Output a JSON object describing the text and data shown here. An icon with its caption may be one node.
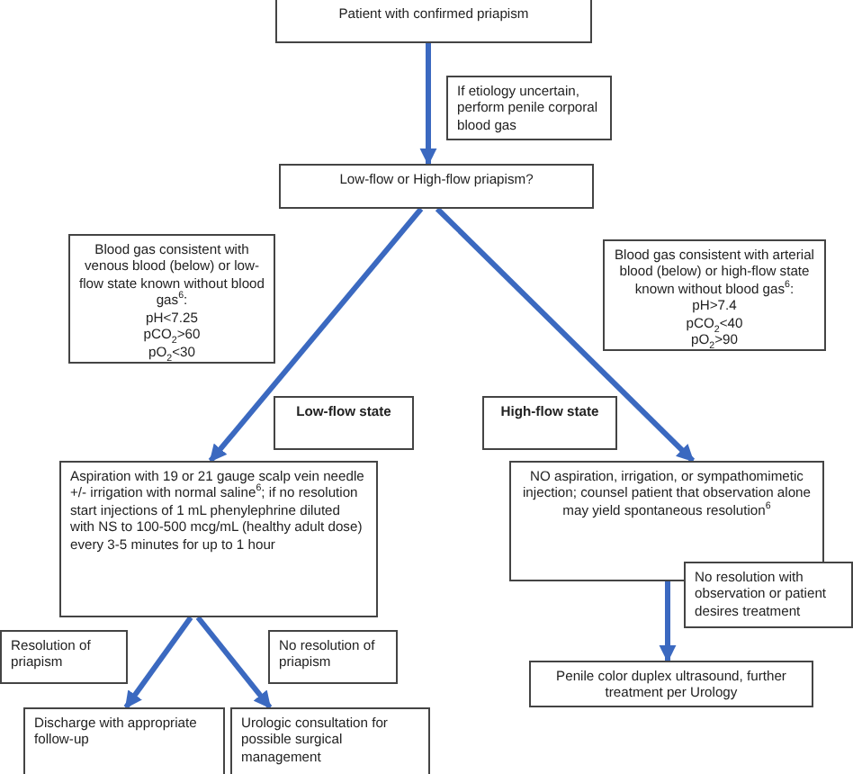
{
  "diagram": {
    "nodes": [
      {
        "text": [
          "Patient with confirmed priapism"
        ]
      },
      {
        "text": [
          "If etiology uncertain, perform penile corporal blood gas"
        ]
      },
      {
        "text": [
          "Low-flow or High-flow priapism?"
        ]
      },
      {
        "text": [
          "Blood gas consistent with venous blood (below) or low-flow state known without blood gas$^{6}$:",
          "pH<7.25",
          "pCO$_{2}$>60",
          "pO$_{2}$<30"
        ]
      },
      {
        "text": [
          "Blood gas consistent with arterial blood (below) or high-flow state known without blood gas$^{6}$:",
          "pH>7.4",
          "pCO$_{2}$<40",
          "pO$_{2}$>90"
        ]
      },
      {
        "text": [
          "Low-flow state"
        ]
      },
      {
        "text": [
          "High-flow state"
        ]
      },
      {
        "text": [
          "Aspiration with 19 or 21 gauge scalp vein needle +/- irrigation with normal saline$^{6}$; if no resolution start injections of 1 mL phenylephrine diluted with NS to 100-500 mcg/mL (healthy adult dose) every 3-5 minutes for up to 1 hour"
        ]
      },
      {
        "text": [
          "NO aspiration, irrigation, or sympathomimetic injection; counsel patient that observation alone may yield spontaneous resolution$^{6}$"
        ]
      },
      {
        "text": [
          "Resolution of priapism"
        ]
      },
      {
        "text": [
          "No resolution of priapism"
        ]
      },
      {
        "text": [
          "No resolution with observation or patient desires treatment"
        ]
      },
      {
        "text": [
          "Discharge with appropriate follow-up"
        ]
      },
      {
        "text": [
          "Urologic consultation for possible surgical management"
        ]
      },
      {
        "text": [
          "Penile color duplex ultrasound, further treatment per Urology"
        ]
      }
    ],
    "edges": [
      {
        "from": 0,
        "to": 2,
        "arrow": "to"
      },
      {
        "from": 2,
        "to": 7,
        "arrow": "to"
      },
      {
        "from": 2,
        "to": 8,
        "arrow": "to"
      },
      {
        "from": 7,
        "to": 12,
        "arrow": "to"
      },
      {
        "from": 7,
        "to": 13,
        "arrow": "to"
      },
      {
        "from": 8,
        "to": 14,
        "arrow": "to"
      }
    ]
  }
}
